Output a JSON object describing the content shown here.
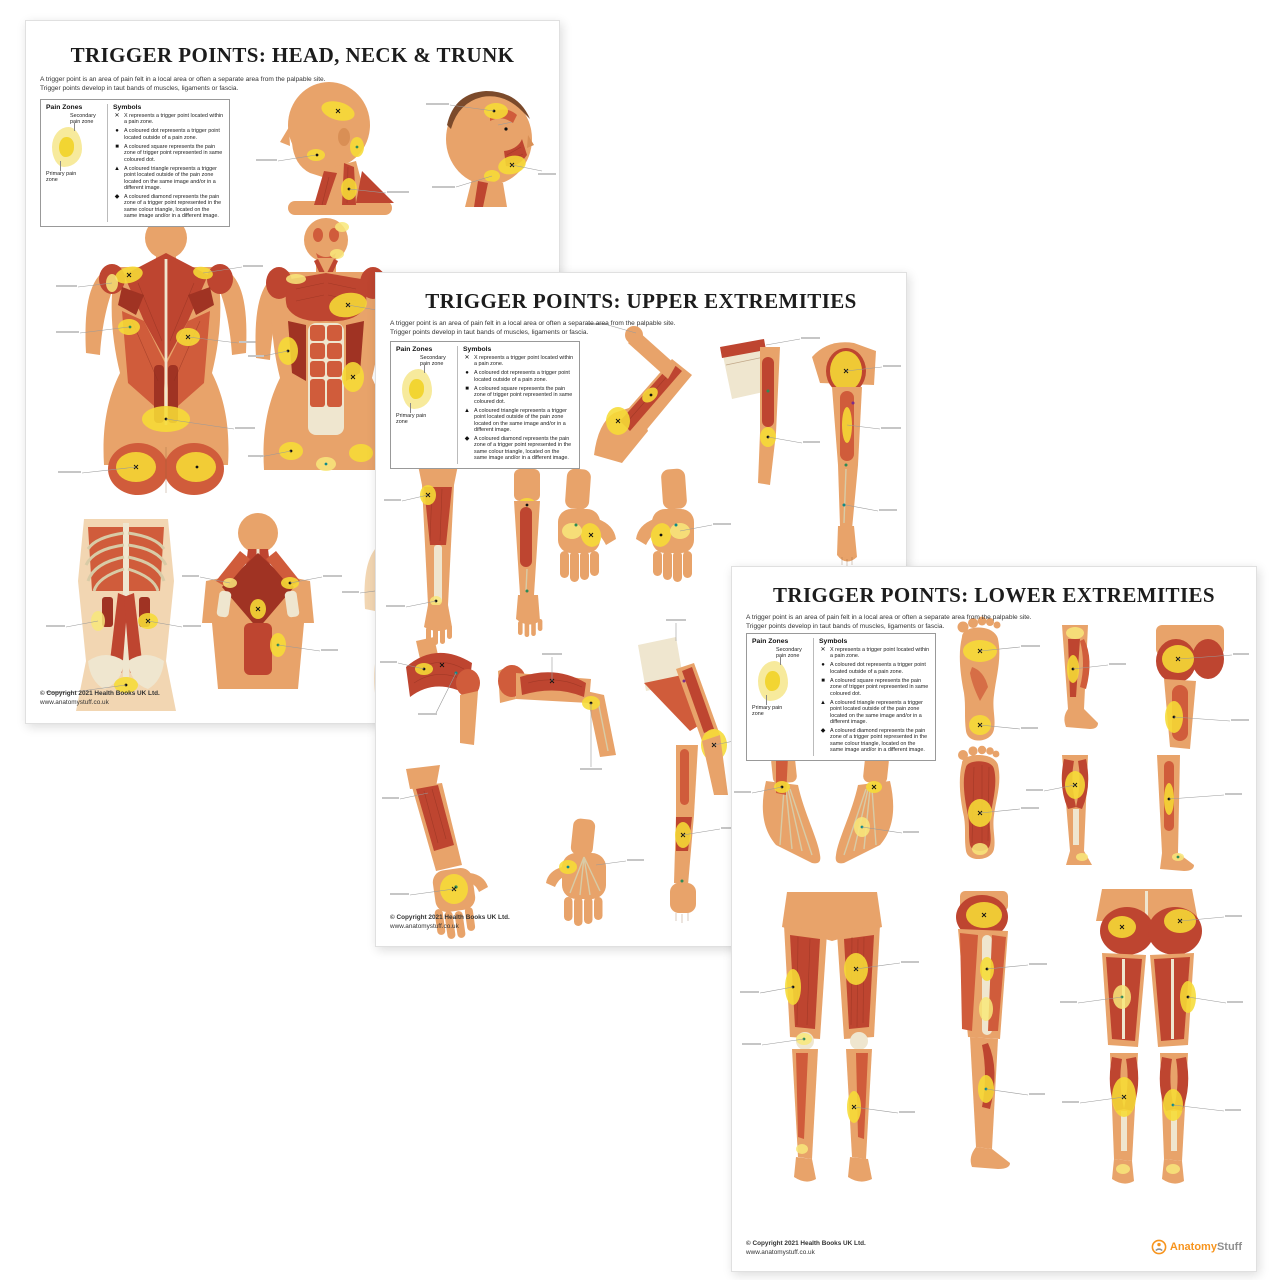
{
  "posters": [
    {
      "title": "TRIGGER POINTS: HEAD, NECK & TRUNK"
    },
    {
      "title": "TRIGGER POINTS: UPPER EXTREMITIES"
    },
    {
      "title": "TRIGGER POINTS: LOWER EXTREMITIES"
    }
  ],
  "intro": "A trigger point is an area of pain felt in a local area or often a separate area from the palpable site. Trigger points develop in taut bands of muscles, ligaments or fascia.",
  "legend": {
    "pain_zones_title": "Pain Zones",
    "secondary_pain_zone": "Secondary pain zone",
    "primary_pain_zone": "Primary pain zone",
    "symbols_title": "Symbols",
    "symbols": [
      "X represents a trigger point located within a pain zone.",
      "A coloured dot represents a trigger point located outside of a pain zone.",
      "A coloured square represents the pain zone of trigger point represented in same coloured dot.",
      "A coloured triangle represents a trigger point located outside of the pain zone located on the same image and/or in a different image.",
      "A coloured diamond represents the pain zone of a trigger point represented in the same colour triangle, located on the same image and/or in a different image."
    ],
    "glyphs": {
      "x": "✕",
      "dot": "●",
      "square": "■",
      "triangle": "▲",
      "diamond": "◆"
    }
  },
  "footer": {
    "copyright": "© Copyright 2021 Health Books UK Ltd.",
    "website": "www.anatomystuff.co.uk"
  },
  "logo": {
    "prefix": "Anatomy",
    "suffix": "Stuff"
  },
  "colors": {
    "skin": "#E8A36A",
    "muscle_red": "#BE4530",
    "tendon_cream": "#EFE6CF",
    "pain_yellow": "#F6DC35",
    "brand_orange": "#F7941D"
  }
}
